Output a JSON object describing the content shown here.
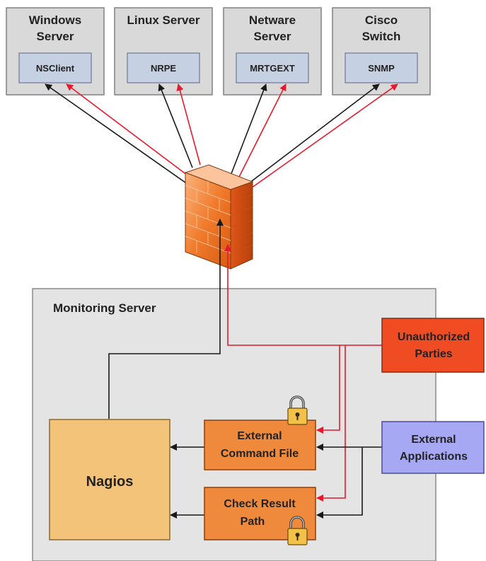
{
  "servers": [
    {
      "title_lines": [
        "Windows",
        "Server"
      ],
      "agent": "NSClient"
    },
    {
      "title_lines": [
        "Linux Server"
      ],
      "agent": "NRPE"
    },
    {
      "title_lines": [
        "Netware",
        "Server"
      ],
      "agent": "MRTGEXT"
    },
    {
      "title_lines": [
        "Cisco",
        "Switch"
      ],
      "agent": "SNMP"
    }
  ],
  "monitoring_server": {
    "label": "Monitoring Server"
  },
  "nagios": {
    "label": "Nagios"
  },
  "external_command_file": {
    "line1": "External",
    "line2": "Command File"
  },
  "check_result_path": {
    "line1": "Check Result",
    "line2": "Path"
  },
  "unauthorized_parties": {
    "line1": "Unauthorized",
    "line2": "Parties"
  },
  "external_applications": {
    "line1": "External",
    "line2": "Applications"
  },
  "colors": {
    "server_box": "#d9d9d9",
    "agent_box": "#c5d0e3",
    "monitoring_area": "#e4e4e4",
    "nagios_box": "#f2c378",
    "component_box": "#ef8a3c",
    "unauthorized_box": "#f04c24",
    "external_apps_box": "#a6a8f4",
    "black_arrow": "#1a1a1a",
    "red_arrow": "#e8192c"
  }
}
